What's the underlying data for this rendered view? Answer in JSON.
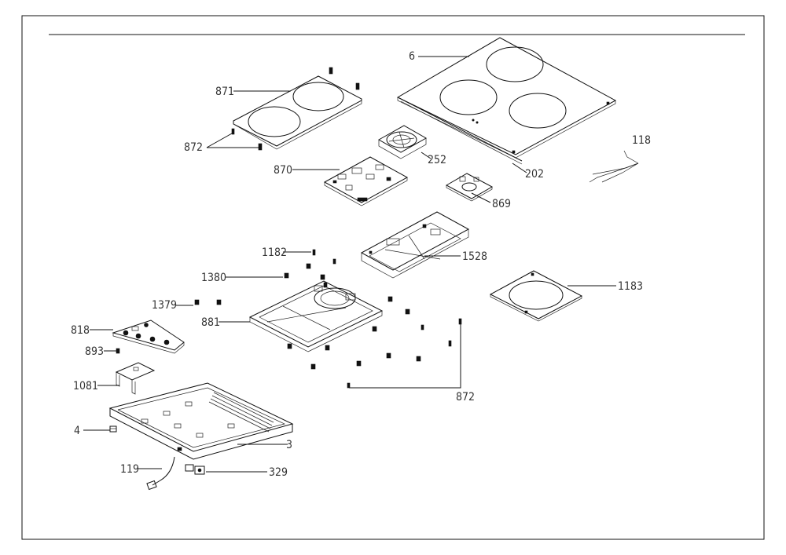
{
  "diagram": {
    "labels": {
      "p6": "6",
      "p871": "871",
      "p872a": "872",
      "p870": "870",
      "p252": "252",
      "p202": "202",
      "p118": "118",
      "p869": "869",
      "p1182": "1182",
      "p1528": "1528",
      "p1380": "1380",
      "p1183": "1183",
      "p1379": "1379",
      "p881": "881",
      "p818": "818",
      "p893": "893",
      "p1081": "1081",
      "p872b": "872",
      "p4": "4",
      "p3": "3",
      "p119": "119",
      "p329": "329"
    }
  }
}
